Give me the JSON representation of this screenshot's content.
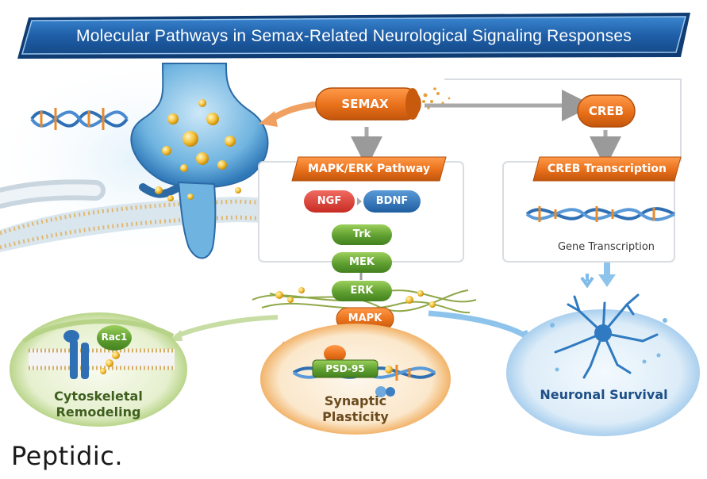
{
  "title": "Molecular Pathways in Semax-Related Neurological Signaling Responses",
  "nodes": {
    "semax": "SEMAX",
    "creb": "CREB",
    "mapk_erk_pathway": "MAPK/ERK Pathway",
    "creb_transcription": "CREB Transcription",
    "ngf": "NGF",
    "bdnf": "BDNF",
    "trk": "Trk",
    "mek": "MEK",
    "erk": "ERK",
    "mapk": "MAPK",
    "gene_transcription": "Gene Transcription",
    "rac1": "Rac1",
    "psd95": "PSD-95"
  },
  "outcomes": {
    "cytoskeletal_line1": "Cytoskeletal",
    "cytoskeletal_line2": "Remodeling",
    "synaptic_line1": "Synaptic",
    "synaptic_line2": "Plasticity",
    "neuronal_survival": "Neuronal Survival"
  },
  "brand": "Peptidic.",
  "colors": {
    "title_blue": "#1f5fa8",
    "orange": "#e8701a",
    "green": "#5a9a2e",
    "red": "#d63a2f",
    "blue": "#2f6fb3",
    "dark_blue_text": "#1d4f86",
    "brown_text": "#6b4a1e",
    "green_text": "#3f5f1e"
  }
}
